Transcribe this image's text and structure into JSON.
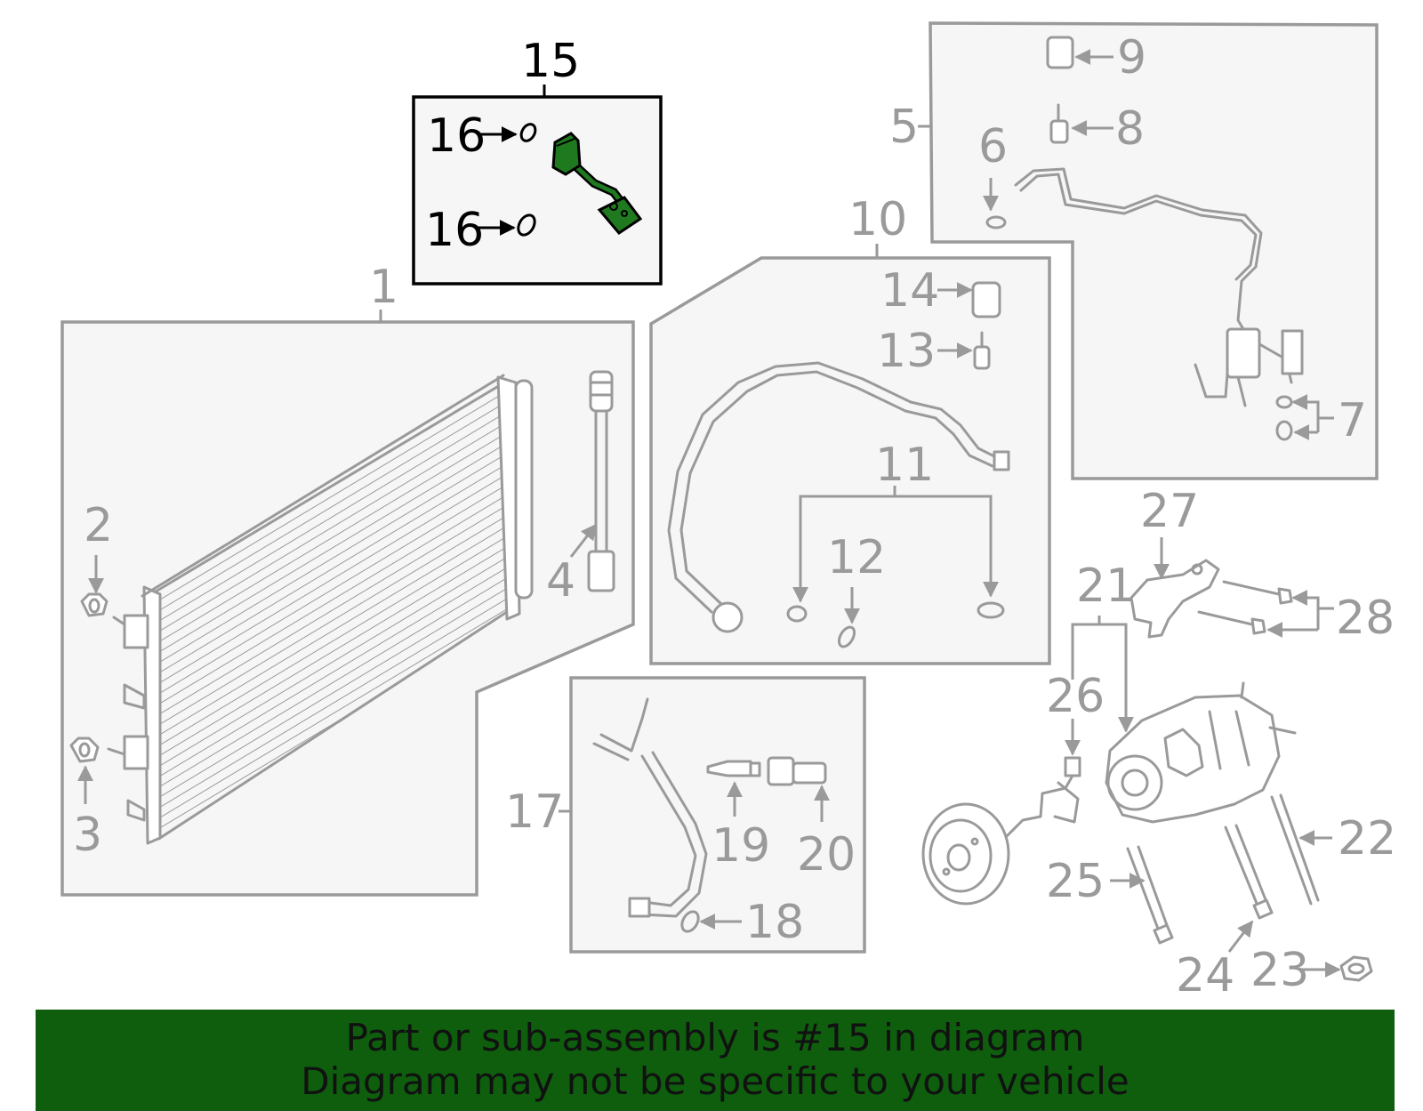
{
  "colors": {
    "highlight_green": "#1f7a1f",
    "banner_green": "#0e5e0e",
    "part_gray": "#9a9a9a",
    "panel_fill": "#f6f6f6"
  },
  "labels": {
    "l1": "1",
    "l2": "2",
    "l3": "3",
    "l4": "4",
    "l5": "5",
    "l6": "6",
    "l7": "7",
    "l8": "8",
    "l9": "9",
    "l10": "10",
    "l11": "11",
    "l12": "12",
    "l13": "13",
    "l14": "14",
    "l15": "15",
    "l16a": "16",
    "l16b": "16",
    "l17": "17",
    "l18": "18",
    "l19": "19",
    "l20": "20",
    "l21": "21",
    "l22": "22",
    "l23": "23",
    "l24": "24",
    "l25": "25",
    "l26": "26",
    "l27": "27",
    "l28": "28"
  },
  "banner": {
    "line1": "Part or sub-assembly is #15 in diagram",
    "line2": "Diagram may not be specific to your vehicle"
  }
}
